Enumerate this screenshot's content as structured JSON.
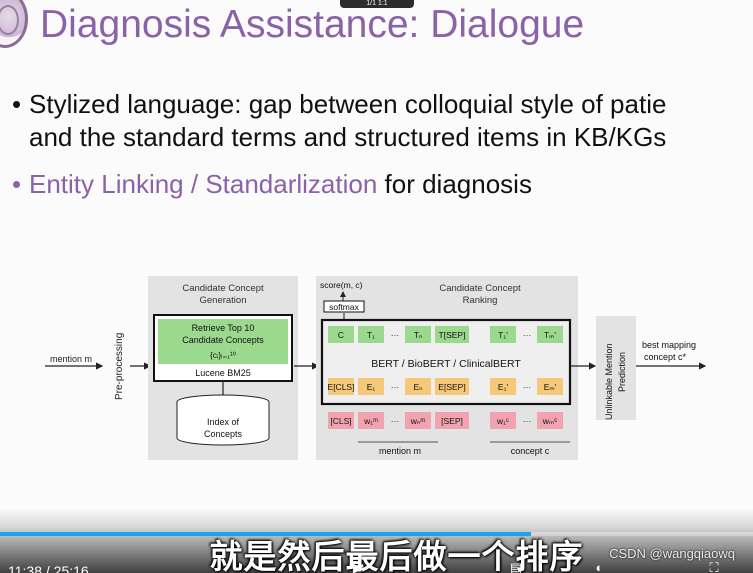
{
  "slide": {
    "title": "Diagnosis Assistance: Dialogue",
    "bullet1_line1": "Stylized language: gap between colloquial style of patie",
    "bullet1_line2": "and the standard terms and structured items in KB/KGs",
    "bullet2_highlight": "Entity Linking / Standarlization",
    "bullet2_rest": " for diagnosis",
    "bullet_symbol": "•"
  },
  "diagram": {
    "input_label": "mention m",
    "preprocessing": "Pre-processing",
    "ccg_title_line1": "Candidate Concept",
    "ccg_title_line2": "Generation",
    "retrieve_line1": "Retrieve Top 10",
    "retrieve_line2": "Candidate Concepts",
    "retrieve_line3": "{cᵢ}ᵢ₌₁¹⁰",
    "lucene": "Lucene BM25",
    "index_line1": "Index of",
    "index_line2": "Concepts",
    "score": "score(m, c)",
    "softmax": "softmax",
    "ccr_title_line1": "Candidate Concept",
    "ccr_title_line2": "Ranking",
    "output_tokens": [
      "C",
      "T₁",
      "···",
      "Tₙ",
      "T[SEP]",
      "T₁'",
      "···",
      "Tₘ'"
    ],
    "bert_label": "BERT / BioBERT / ClinicalBERT",
    "embed_tokens": [
      "E[CLS]",
      "E₁",
      "···",
      "Eₙ",
      "E[SEP]",
      "E₁'",
      "···",
      "Eₘ'"
    ],
    "input_tokens": [
      "[CLS]",
      "w₁ᵐ",
      "···",
      "wₙᵐ",
      "[SEP]",
      "w₁ᶜ",
      "···",
      "wₘᶜ"
    ],
    "mention_label": "mention m",
    "concept_label": "concept c",
    "unlinkable_line1": "Unlinkable Mention",
    "unlinkable_line2": "Prediction",
    "best_line1": "best mapping",
    "best_line2": "concept c*"
  },
  "player": {
    "subtitle": "就是然后最后做一个排序",
    "watermark": "CSDN @wangqiaowq",
    "time_display": "11:38 / 25:16",
    "badge": "1/1 1:1",
    "progress_fraction": 0.705,
    "accent_color": "#1aa6f0"
  }
}
